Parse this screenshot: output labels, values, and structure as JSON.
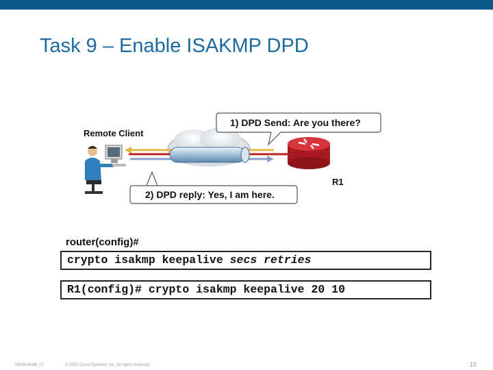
{
  "slide": {
    "title": "Task 9 – Enable ISAKMP DPD"
  },
  "diagram": {
    "remote_client_label": "Remote Client",
    "router_label": "R1",
    "callout_send": "1) DPD Send: Are you there?",
    "callout_reply": "2) DPD reply: Yes, I am here.",
    "colors": {
      "tunnel": "#9fbfd8",
      "arrow_send": "#e0b64a",
      "arrow_reply": "#8a9cc8",
      "link_red": "#c02020",
      "router": "#c8202a"
    }
  },
  "config": {
    "prompt": "router(config)#",
    "syntax_command": "crypto isakmp keepalive ",
    "syntax_args": "secs retries",
    "example": "R1(config)# crypto isakmp keepalive 20 10"
  },
  "footer": {
    "left": "ISDW-Mod8_L7",
    "copyright": "© 2007 Cisco Systems, Inc. All rights reserved.",
    "page": "15"
  }
}
